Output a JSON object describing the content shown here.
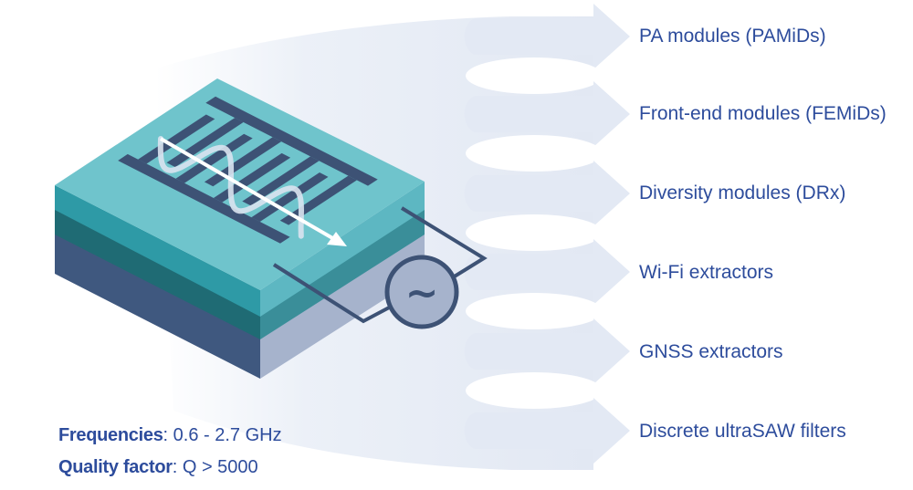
{
  "applications": [
    {
      "label": "PA modules (PAMiDs)"
    },
    {
      "label": "Front-end modules (FEMiDs)"
    },
    {
      "label": "Diversity modules (DRx)"
    },
    {
      "label": "Wi-Fi extractors"
    },
    {
      "label": "GNSS extractors"
    },
    {
      "label": "Discrete ultraSAW filters"
    }
  ],
  "specs": {
    "frequencies_label": "Frequencies",
    "frequencies_value": ": 0.6 - 2.7 GHz",
    "quality_label": "Quality factor",
    "quality_value": ": Q > 5000"
  },
  "source_symbol": "~",
  "colors": {
    "text": "#2d4c9c",
    "arrow": "#e3e9f4",
    "top_layer": "#6fc4cc",
    "top_layer_side": "#2e9aa6",
    "middle_layer": "#1f6b74",
    "substrate_front": "#3f587f",
    "substrate_right": "#a6b3cc",
    "electrode": "#3d5275"
  }
}
